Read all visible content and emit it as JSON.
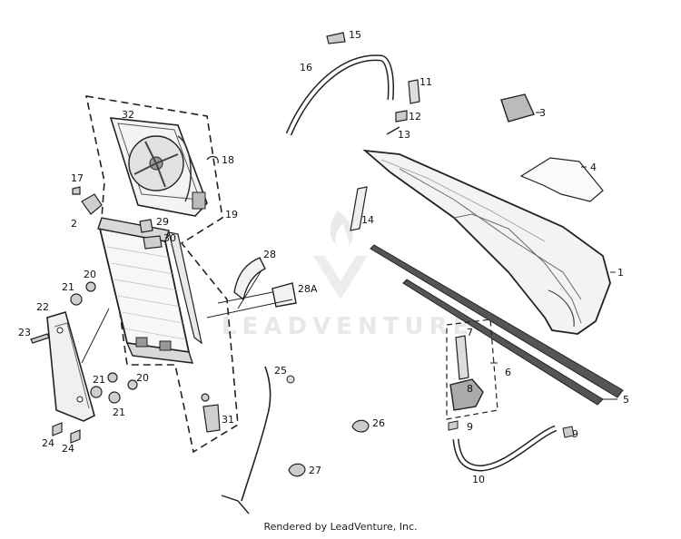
{
  "watermark": {
    "brand": "LEADVENTURE"
  },
  "footer": {
    "text": "Rendered by LeadVenture, Inc."
  },
  "callouts": {
    "c1": "1",
    "c2": "2",
    "c3": "3",
    "c4": "4",
    "c5": "5",
    "c6": "6",
    "c7": "7",
    "c8": "8",
    "c9a": "9",
    "c9b": "9",
    "c10": "10",
    "c11": "11",
    "c12": "12",
    "c13": "13",
    "c14": "14",
    "c15": "15",
    "c16": "16",
    "c17": "17",
    "c18": "18",
    "c19": "19",
    "c20a": "20",
    "c20b": "20",
    "c21a": "21",
    "c21b": "21",
    "c21c": "21",
    "c22": "22",
    "c23": "23",
    "c24a": "24",
    "c24b": "24",
    "c25": "25",
    "c26": "26",
    "c27": "27",
    "c28": "28",
    "c28a": "28A",
    "c29": "29",
    "c30": "30",
    "c31": "31",
    "c32": "32"
  }
}
